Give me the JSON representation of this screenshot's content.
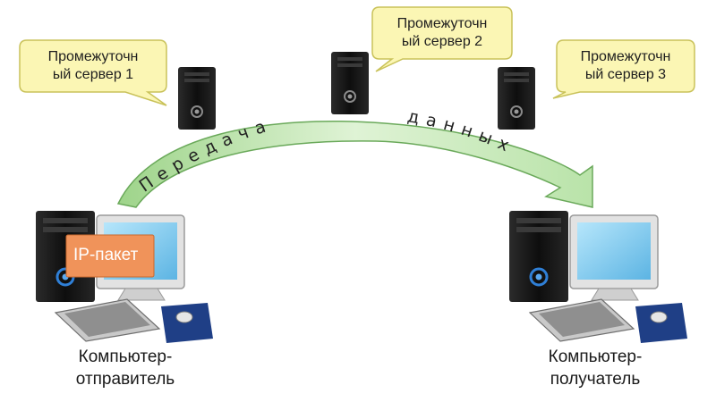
{
  "servers": [
    {
      "label": "Промежуточн\nый сервер 1"
    },
    {
      "label": "Промежуточн\nый сервер 2"
    },
    {
      "label": "Промежуточн\nый сервер 3"
    }
  ],
  "arc_text": {
    "word1": "П е р е д а ч а",
    "word2": "д а н н ы х"
  },
  "packet": {
    "label": "IP-пакет"
  },
  "sender": {
    "label": "Компьютер-\nотправитель"
  },
  "receiver": {
    "label": "Компьютер-\nполучатель"
  },
  "colors": {
    "callout_fill": "#fbf6b4",
    "callout_stroke": "#c9c25a",
    "arc_fill": "#b8e3a6",
    "arc_stroke": "#6aa95a",
    "packet": "#f0935a",
    "screen": "#7cc7ee",
    "case": "#141414",
    "accent": "#2f7fd6"
  }
}
